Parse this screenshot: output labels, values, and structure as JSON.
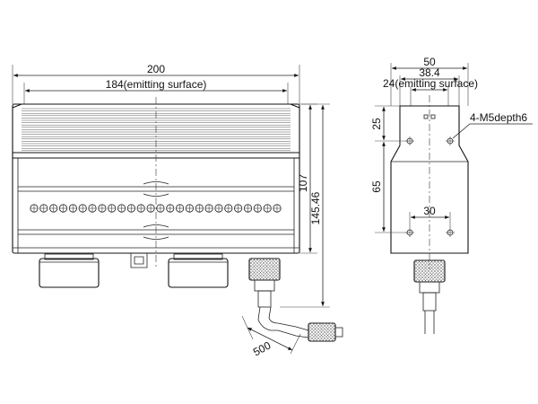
{
  "drawing": {
    "front_view": {
      "overall_width": "200",
      "emitting_width": "184(emitting surface)",
      "height_body": "107",
      "height_total": "145.46",
      "cable_length": "500",
      "led_count": 26
    },
    "side_view": {
      "width": "50",
      "inner_width": "38.4",
      "emitting_width": "24(emitting surface)",
      "hole_label": "4-M5depth6",
      "hole_top_offset": "25",
      "hole_vertical_spacing": "65",
      "hole_horizontal_spacing": "30"
    }
  }
}
